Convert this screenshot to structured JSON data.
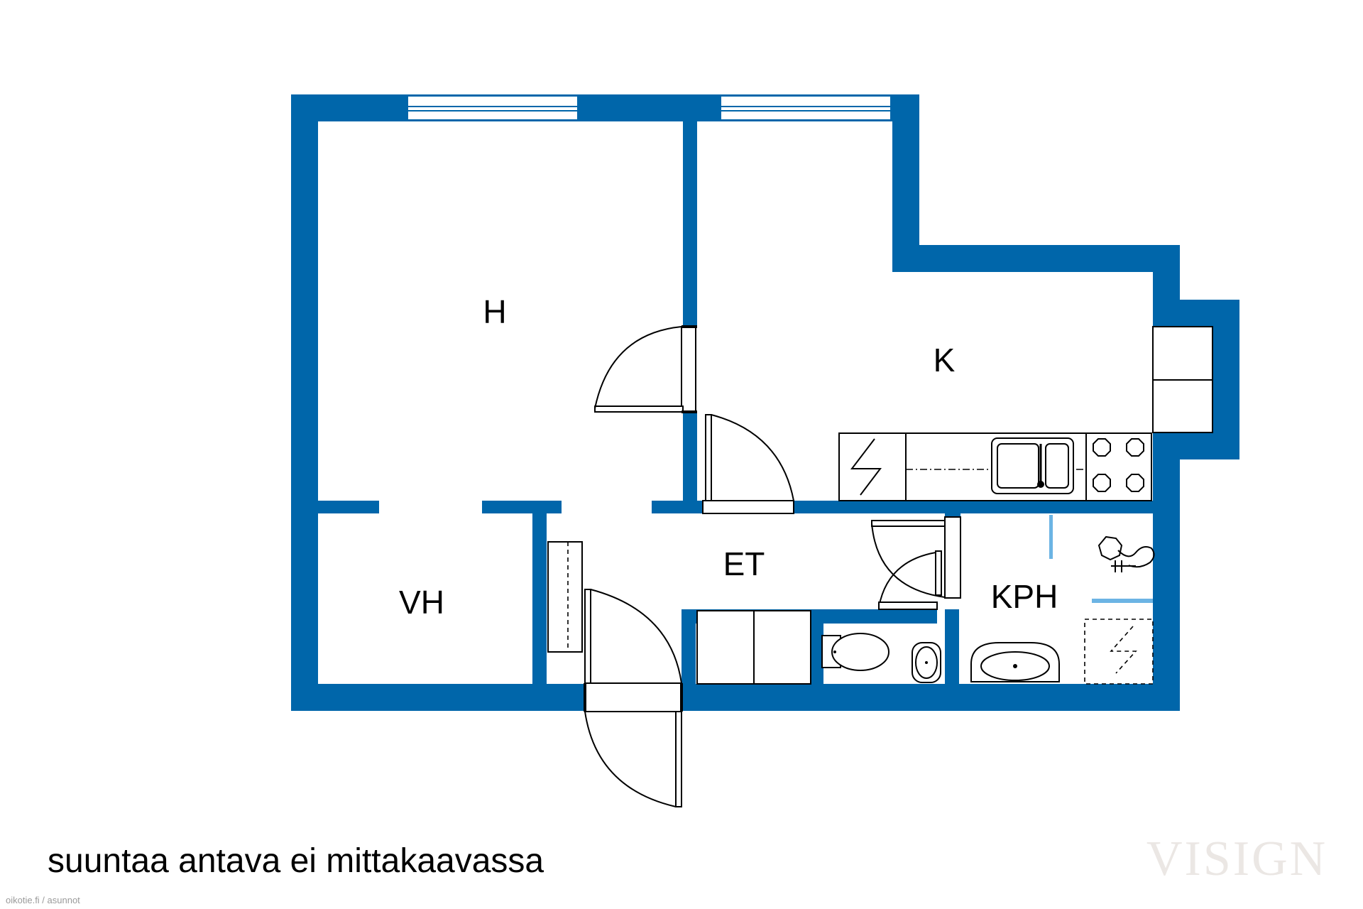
{
  "rooms": {
    "h": "H",
    "k": "K",
    "vh": "VH",
    "et": "ET",
    "kph": "KPH"
  },
  "note": "suuntaa antava ei mittakaavassa",
  "watermark": "VISIGN",
  "source": "oikotie.fi / asunnot",
  "colors": {
    "wall": "#0066AA",
    "line": "#000000",
    "background": "#FFFFFF",
    "watermark": "#EBE7E4"
  }
}
